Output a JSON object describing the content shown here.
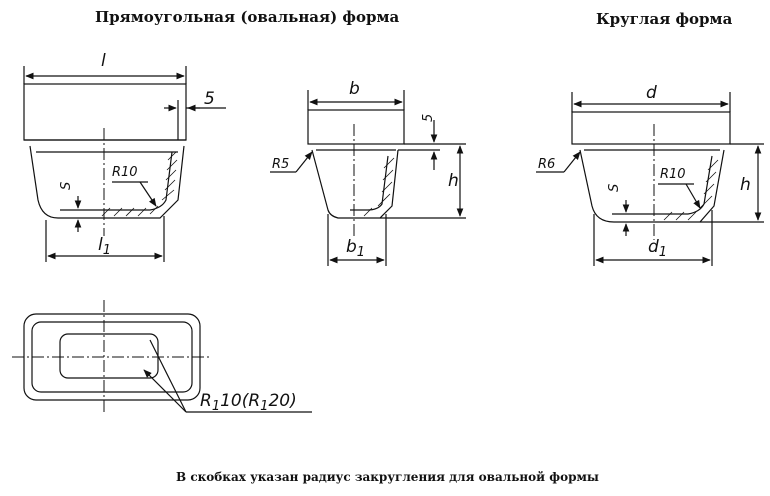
{
  "headings": {
    "rect_form": "Прямоугольная (овальная) форма",
    "round_form": "Круглая форма"
  },
  "labels": {
    "l": "l",
    "l1": "l",
    "l1_sub": "1",
    "five_a": "5",
    "r10_a": "R10",
    "s_a": "S",
    "b": "b",
    "b1": "b",
    "b1_sub": "1",
    "five_b": "5",
    "r5": "R5",
    "h_b": "h",
    "d": "d",
    "d1": "d",
    "d1_sub": "1",
    "r6": "R6",
    "r10_c": "R10",
    "s_c": "S",
    "h_c": "h",
    "r1_prefix": "R",
    "r1_sub": "1",
    "r1_mid": "10(R",
    "r1_sub2": "1",
    "r1_end": "20)"
  },
  "caption": "В скобках указан радиус закругления для овальной формы"
}
